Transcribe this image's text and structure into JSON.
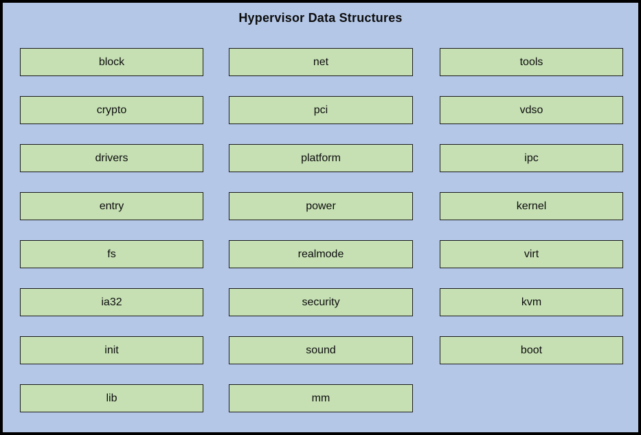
{
  "title": "Hypervisor Data Structures",
  "colors": {
    "background": "#b4c7e7",
    "box_fill": "#c6e0b4",
    "box_border": "#1a1a1a",
    "outer_border": "#000000",
    "text": "#0d0d0d"
  },
  "columns": [
    {
      "name": "left",
      "items": [
        "block",
        "crypto",
        "drivers",
        "entry",
        "fs",
        "ia32",
        "init",
        "lib"
      ]
    },
    {
      "name": "middle",
      "items": [
        "net",
        "pci",
        "platform",
        "power",
        "realmode",
        "security",
        "sound",
        "mm"
      ]
    },
    {
      "name": "right",
      "items": [
        "tools",
        "vdso",
        "ipc",
        "kernel",
        "virt",
        "kvm",
        "boot"
      ]
    }
  ]
}
